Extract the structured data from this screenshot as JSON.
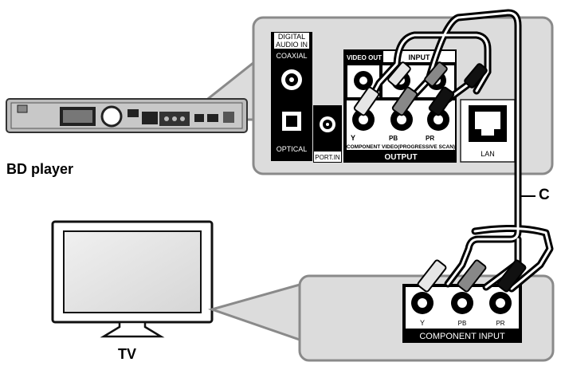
{
  "labels": {
    "bd_player": "BD player",
    "tv": "TV",
    "cable": "C"
  },
  "player_panel": {
    "digital_audio_in": [
      "DIGITAL",
      "AUDIO IN"
    ],
    "coaxial": "COAXIAL",
    "optical": "OPTICAL",
    "port_in": "PORT.IN",
    "video_out": "VIDEO OUT",
    "input": "INPUT",
    "jack_labels": [
      "Y",
      "PB",
      "PR"
    ],
    "component_caption": "COMPONENT VIDEO(PROGRESSIVE SCAN)",
    "output": "OUTPUT",
    "lan": "LAN"
  },
  "tv_panel": {
    "jack_labels": [
      "Y",
      "PB",
      "PR"
    ],
    "component_input": "COMPONENT INPUT"
  },
  "colors": {
    "panel_fill": "#dcdcdc",
    "panel_stroke": "#8a8a8a",
    "cable": "#000000",
    "background": "#ffffff"
  }
}
